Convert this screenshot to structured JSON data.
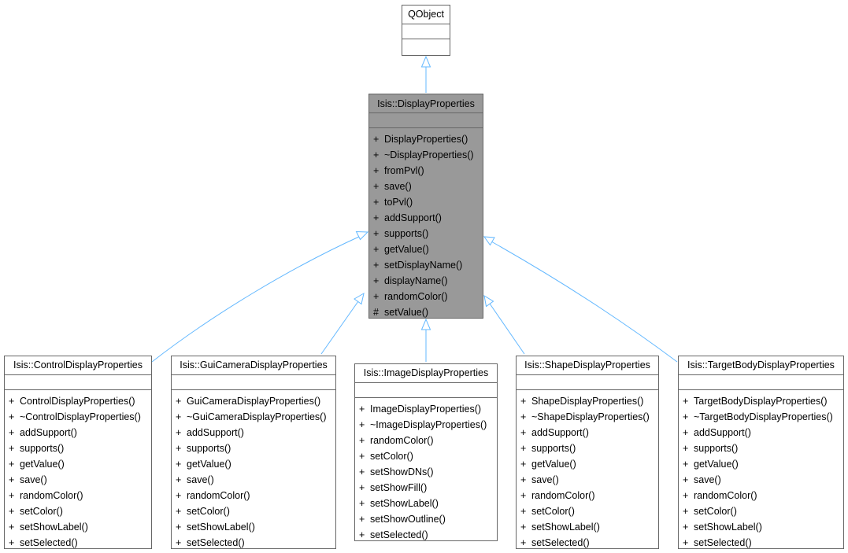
{
  "diagram": {
    "qobject": {
      "name": "QObject"
    },
    "display_properties": {
      "name": "Isis::DisplayProperties",
      "operations": [
        {
          "vis": "+",
          "name": "DisplayProperties()"
        },
        {
          "vis": "+",
          "name": "~DisplayProperties()"
        },
        {
          "vis": "+",
          "name": "fromPvl()"
        },
        {
          "vis": "+",
          "name": "save()"
        },
        {
          "vis": "+",
          "name": "toPvl()"
        },
        {
          "vis": "+",
          "name": "addSupport()"
        },
        {
          "vis": "+",
          "name": "supports()"
        },
        {
          "vis": "+",
          "name": "getValue()"
        },
        {
          "vis": "+",
          "name": "setDisplayName()"
        },
        {
          "vis": "+",
          "name": "displayName()"
        },
        {
          "vis": "+",
          "name": "randomColor()"
        },
        {
          "vis": "#",
          "name": "setValue()"
        }
      ]
    },
    "control_display_properties": {
      "name": "Isis::ControlDisplayProperties",
      "operations": [
        {
          "vis": "+",
          "name": "ControlDisplayProperties()"
        },
        {
          "vis": "+",
          "name": "~ControlDisplayProperties()"
        },
        {
          "vis": "+",
          "name": "addSupport()"
        },
        {
          "vis": "+",
          "name": "supports()"
        },
        {
          "vis": "+",
          "name": "getValue()"
        },
        {
          "vis": "+",
          "name": "save()"
        },
        {
          "vis": "+",
          "name": "randomColor()"
        },
        {
          "vis": "+",
          "name": "setColor()"
        },
        {
          "vis": "+",
          "name": "setShowLabel()"
        },
        {
          "vis": "+",
          "name": "setSelected()"
        }
      ]
    },
    "gui_camera_display_properties": {
      "name": "Isis::GuiCameraDisplayProperties",
      "operations": [
        {
          "vis": "+",
          "name": "GuiCameraDisplayProperties()"
        },
        {
          "vis": "+",
          "name": "~GuiCameraDisplayProperties()"
        },
        {
          "vis": "+",
          "name": "addSupport()"
        },
        {
          "vis": "+",
          "name": "supports()"
        },
        {
          "vis": "+",
          "name": "getValue()"
        },
        {
          "vis": "+",
          "name": "save()"
        },
        {
          "vis": "+",
          "name": "randomColor()"
        },
        {
          "vis": "+",
          "name": "setColor()"
        },
        {
          "vis": "+",
          "name": "setShowLabel()"
        },
        {
          "vis": "+",
          "name": "setSelected()"
        }
      ]
    },
    "image_display_properties": {
      "name": "Isis::ImageDisplayProperties",
      "operations": [
        {
          "vis": "+",
          "name": "ImageDisplayProperties()"
        },
        {
          "vis": "+",
          "name": "~ImageDisplayProperties()"
        },
        {
          "vis": "+",
          "name": "randomColor()"
        },
        {
          "vis": "+",
          "name": "setColor()"
        },
        {
          "vis": "+",
          "name": "setShowDNs()"
        },
        {
          "vis": "+",
          "name": "setShowFill()"
        },
        {
          "vis": "+",
          "name": "setShowLabel()"
        },
        {
          "vis": "+",
          "name": "setShowOutline()"
        },
        {
          "vis": "+",
          "name": "setSelected()"
        }
      ]
    },
    "shape_display_properties": {
      "name": "Isis::ShapeDisplayProperties",
      "operations": [
        {
          "vis": "+",
          "name": "ShapeDisplayProperties()"
        },
        {
          "vis": "+",
          "name": "~ShapeDisplayProperties()"
        },
        {
          "vis": "+",
          "name": "addSupport()"
        },
        {
          "vis": "+",
          "name": "supports()"
        },
        {
          "vis": "+",
          "name": "getValue()"
        },
        {
          "vis": "+",
          "name": "save()"
        },
        {
          "vis": "+",
          "name": "randomColor()"
        },
        {
          "vis": "+",
          "name": "setColor()"
        },
        {
          "vis": "+",
          "name": "setShowLabel()"
        },
        {
          "vis": "+",
          "name": "setSelected()"
        }
      ]
    },
    "target_body_display_properties": {
      "name": "Isis::TargetBodyDisplayProperties",
      "operations": [
        {
          "vis": "+",
          "name": "TargetBodyDisplayProperties()"
        },
        {
          "vis": "+",
          "name": "~TargetBodyDisplayProperties()"
        },
        {
          "vis": "+",
          "name": "addSupport()"
        },
        {
          "vis": "+",
          "name": "supports()"
        },
        {
          "vis": "+",
          "name": "getValue()"
        },
        {
          "vis": "+",
          "name": "save()"
        },
        {
          "vis": "+",
          "name": "randomColor()"
        },
        {
          "vis": "+",
          "name": "setColor()"
        },
        {
          "vis": "+",
          "name": "setShowLabel()"
        },
        {
          "vis": "+",
          "name": "setSelected()"
        }
      ]
    }
  },
  "colors": {
    "edge": "#63b8ff",
    "highlight_fill": "#999999",
    "border": "#666666"
  }
}
